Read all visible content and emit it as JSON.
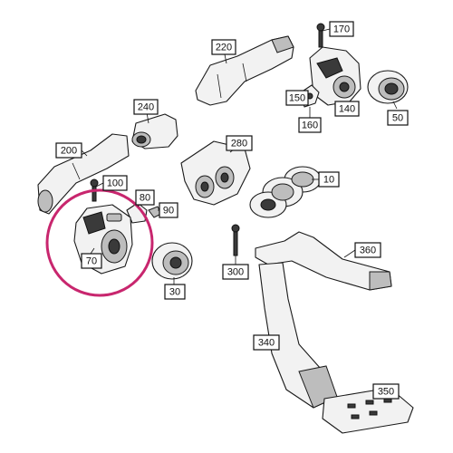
{
  "callouts": [
    {
      "id": "220",
      "label": "220"
    },
    {
      "id": "170",
      "label": "170"
    },
    {
      "id": "240",
      "label": "240"
    },
    {
      "id": "150",
      "label": "150"
    },
    {
      "id": "140",
      "label": "140"
    },
    {
      "id": "50",
      "label": "50"
    },
    {
      "id": "160",
      "label": "160"
    },
    {
      "id": "200",
      "label": "200"
    },
    {
      "id": "280",
      "label": "280"
    },
    {
      "id": "100",
      "label": "100"
    },
    {
      "id": "10",
      "label": "10"
    },
    {
      "id": "80",
      "label": "80"
    },
    {
      "id": "90",
      "label": "90"
    },
    {
      "id": "70",
      "label": "70"
    },
    {
      "id": "360",
      "label": "360"
    },
    {
      "id": "300",
      "label": "300"
    },
    {
      "id": "30",
      "label": "30"
    },
    {
      "id": "340",
      "label": "340"
    },
    {
      "id": "350",
      "label": "350"
    }
  ],
  "colors": {
    "highlight": "#c8266e",
    "ink": "#111111",
    "callout_fill": "#ffffff"
  },
  "highlighted_part": "70"
}
